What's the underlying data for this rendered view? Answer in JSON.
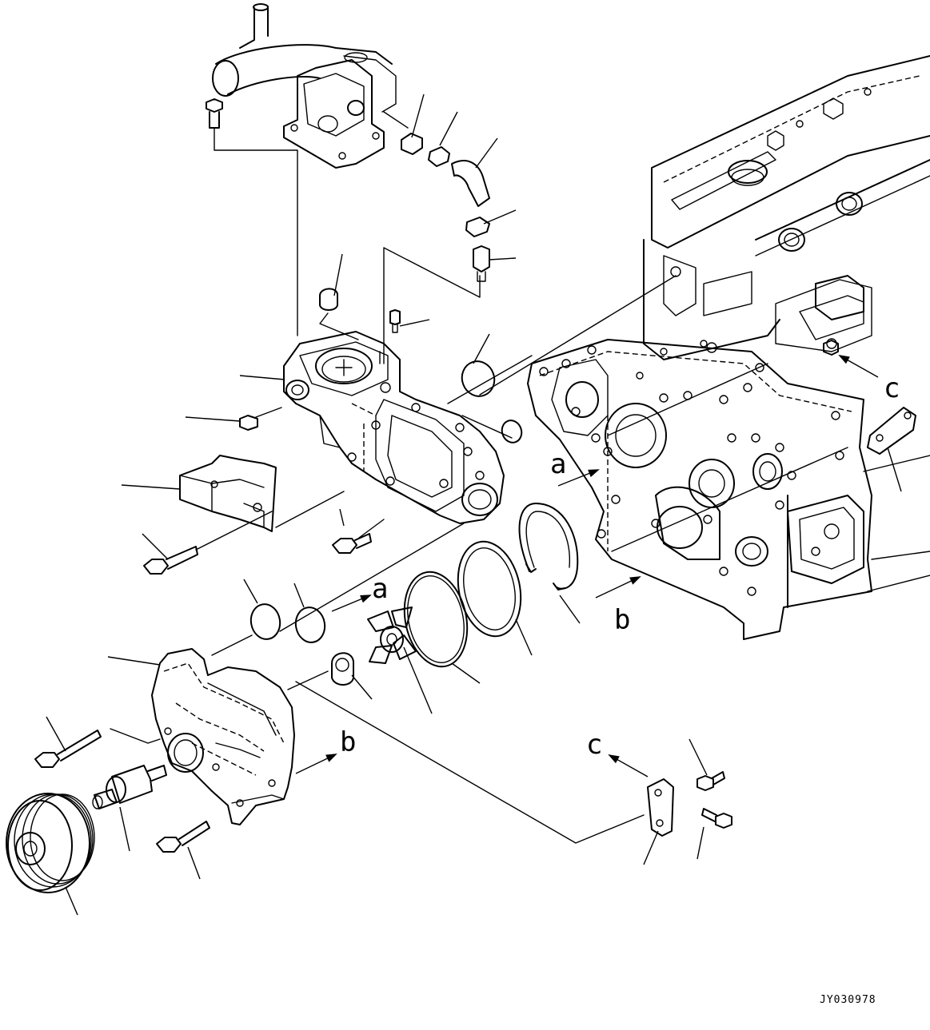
{
  "drawing_id": "JY030978",
  "reference_letters": {
    "a": "a",
    "b": "b",
    "c": "c"
  }
}
